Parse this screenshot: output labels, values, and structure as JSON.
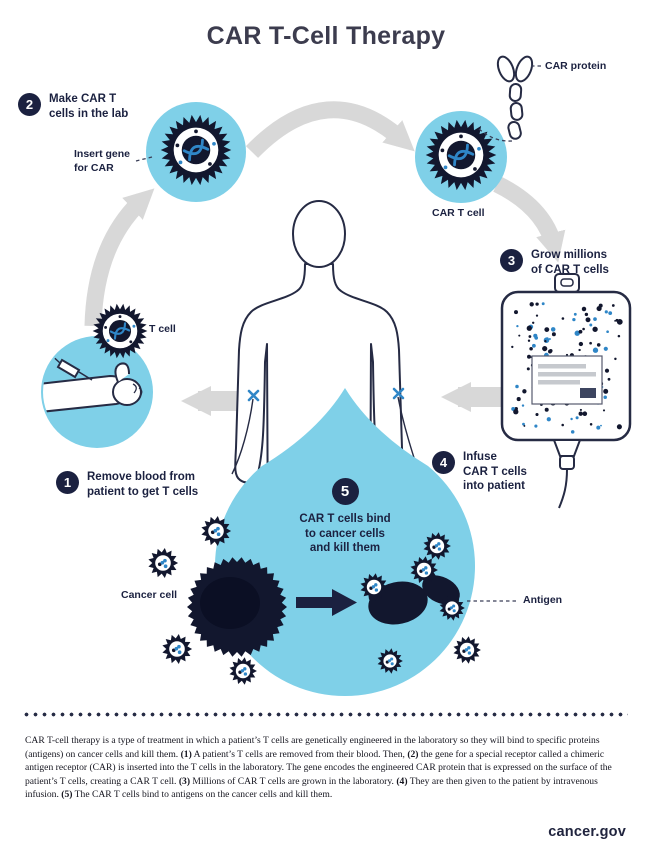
{
  "title": "CAR T-Cell Therapy",
  "colors": {
    "navy": "#1b2140",
    "cell_dark": "#12172e",
    "blue": "#2f86c7",
    "light_blue": "#7fd0e8",
    "arrow_gray": "#d8d8d8"
  },
  "steps": {
    "step1": {
      "number": "1",
      "label": "Remove blood from\npatient to get T cells"
    },
    "step2": {
      "number": "2",
      "label": "Make CAR T\ncells in the lab"
    },
    "step3": {
      "number": "3",
      "label": "Grow millions\nof CAR T cells"
    },
    "step4": {
      "number": "4",
      "label": "Infuse\nCAR T cells\ninto patient"
    },
    "step5": {
      "number": "5",
      "label": "CAR T cells bind\nto cancer cells\nand kill them"
    }
  },
  "labels": {
    "insert_gene": "Insert gene\nfor CAR",
    "car_protein": "CAR protein",
    "car_t_cell": "CAR T cell",
    "t_cell": "T cell",
    "cancer_cell": "Cancer cell",
    "antigen": "Antigen"
  },
  "caption": {
    "segments": [
      {
        "text": "CAR T-cell therapy is a type of treatment in which a patient’s T cells are genetically engineered in the laboratory so they will bind to specific proteins (antigens) on cancer cells and kill them. ",
        "bold": false
      },
      {
        "text": "(1)",
        "bold": true
      },
      {
        "text": " A patient’s T cells are removed from their blood. Then, ",
        "bold": false
      },
      {
        "text": "(2)",
        "bold": true
      },
      {
        "text": " the gene for a special receptor called a chimeric antigen receptor (CAR) is inserted into the T cells in the laboratory. The gene encodes the engineered CAR protein that is expressed on the surface of the patient’s T cells, creating a CAR T cell. ",
        "bold": false
      },
      {
        "text": "(3)",
        "bold": true
      },
      {
        "text": " Millions of CAR T cells are grown in the laboratory. ",
        "bold": false
      },
      {
        "text": "(4)",
        "bold": true
      },
      {
        "text": " They are then given to the patient by intravenous infusion. ",
        "bold": false
      },
      {
        "text": "(5)",
        "bold": true
      },
      {
        "text": " The CAR T cells bind to antigens on the cancer cells and kill them.",
        "bold": false
      }
    ]
  },
  "footer": {
    "brand": "cancer.gov"
  }
}
